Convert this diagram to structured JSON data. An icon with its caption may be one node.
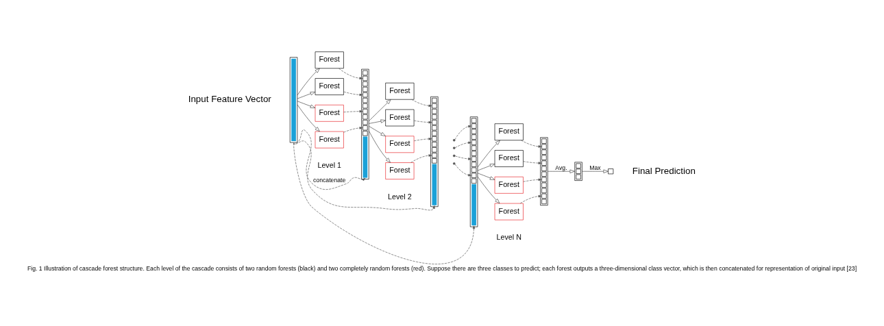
{
  "diagram": {
    "caption": "Fig. 1 Illustration of cascade forest structure. Each level of the cascade consists of two random forests (black) and two completely random forests (red). Suppose there are three classes to predict; each forest outputs a three-dimensional class vector, which is then concatenated for representation of original input [23]",
    "nodes": [
      {
        "text": [],
        "shape": "bar",
        "beside": [
          "Input Feature Vector"
        ]
      },
      {
        "text": [
          "Forest"
        ]
      },
      {
        "text": [
          "Forest"
        ]
      },
      {
        "text": [
          "Forest"
        ]
      },
      {
        "text": [
          "Forest"
        ]
      },
      {
        "text": [],
        "shape": "bar"
      },
      {
        "text": [
          "Forest"
        ]
      },
      {
        "text": [
          "Forest"
        ]
      },
      {
        "text": [
          "Forest"
        ]
      },
      {
        "text": [
          "Forest"
        ]
      },
      {
        "text": [],
        "shape": "bar"
      },
      {
        "text": [],
        "shape": "bar"
      },
      {
        "text": [
          "Forest"
        ]
      },
      {
        "text": [
          "Forest"
        ]
      },
      {
        "text": [
          "Forest"
        ]
      },
      {
        "text": [
          "Forest"
        ]
      },
      {
        "text": [],
        "shape": "bar"
      },
      {
        "text": [],
        "shape": "bar"
      },
      {
        "text": [],
        "shape": "box",
        "beside": [
          "Final Prediction"
        ]
      }
    ],
    "edges": [
      {
        "from": 0,
        "to": 1,
        "arrow": "to"
      },
      {
        "from": 0,
        "to": 2,
        "arrow": "to"
      },
      {
        "from": 0,
        "to": 3,
        "arrow": "to"
      },
      {
        "from": 0,
        "to": 4,
        "arrow": "to"
      },
      {
        "from": 1,
        "to": 5,
        "arrow": "to",
        "style": "dashed"
      },
      {
        "from": 2,
        "to": 5,
        "arrow": "to",
        "style": "dashed"
      },
      {
        "from": 3,
        "to": 5,
        "arrow": "to",
        "style": "dashed"
      },
      {
        "from": 4,
        "to": 5,
        "arrow": "to",
        "style": "dashed"
      },
      {
        "from": 5,
        "to": 6,
        "arrow": "to"
      },
      {
        "from": 5,
        "to": 7,
        "arrow": "to"
      },
      {
        "from": 5,
        "to": 8,
        "arrow": "to"
      },
      {
        "from": 5,
        "to": 9,
        "arrow": "to"
      },
      {
        "from": 6,
        "to": 10,
        "arrow": "to",
        "style": "dashed"
      },
      {
        "from": 7,
        "to": 10,
        "arrow": "to",
        "style": "dashed"
      },
      {
        "from": 8,
        "to": 10,
        "arrow": "to",
        "style": "dashed"
      },
      {
        "from": 9,
        "to": 10,
        "arrow": "to",
        "style": "dashed"
      },
      {
        "from": null,
        "to": 11,
        "arrow": "to",
        "style": "dashed"
      },
      {
        "from": null,
        "to": 11,
        "arrow": "to",
        "style": "dashed"
      },
      {
        "from": null,
        "to": 11,
        "arrow": "to",
        "style": "dashed"
      },
      {
        "from": null,
        "to": 11,
        "arrow": "to",
        "style": "dashed"
      },
      {
        "from": 11,
        "to": 12,
        "arrow": "to"
      },
      {
        "from": 11,
        "to": 13,
        "arrow": "to"
      },
      {
        "from": 11,
        "to": 14,
        "arrow": "to"
      },
      {
        "from": 11,
        "to": 15,
        "arrow": "to"
      },
      {
        "from": 12,
        "to": 16,
        "arrow": "to",
        "style": "dashed"
      },
      {
        "from": 13,
        "to": 16,
        "arrow": "to",
        "style": "dashed"
      },
      {
        "from": 14,
        "to": 16,
        "arrow": "to",
        "style": "dashed"
      },
      {
        "from": 15,
        "to": 16,
        "arrow": "to",
        "style": "dashed"
      },
      {
        "from": 16,
        "to": 17,
        "arrow": "to",
        "label": "Avg."
      },
      {
        "from": 17,
        "to": 18,
        "arrow": "to",
        "label": "Max"
      },
      {
        "from": 0,
        "to": 5,
        "arrow": "to",
        "style": "dashed",
        "label": "concatenate"
      },
      {
        "from": 0,
        "to": 10,
        "arrow": "to",
        "style": "dashed"
      },
      {
        "from": 0,
        "to": 11,
        "arrow": "to",
        "style": "dashed"
      }
    ],
    "labels": [
      "Level 1",
      "Level 2",
      "Level N"
    ]
  }
}
